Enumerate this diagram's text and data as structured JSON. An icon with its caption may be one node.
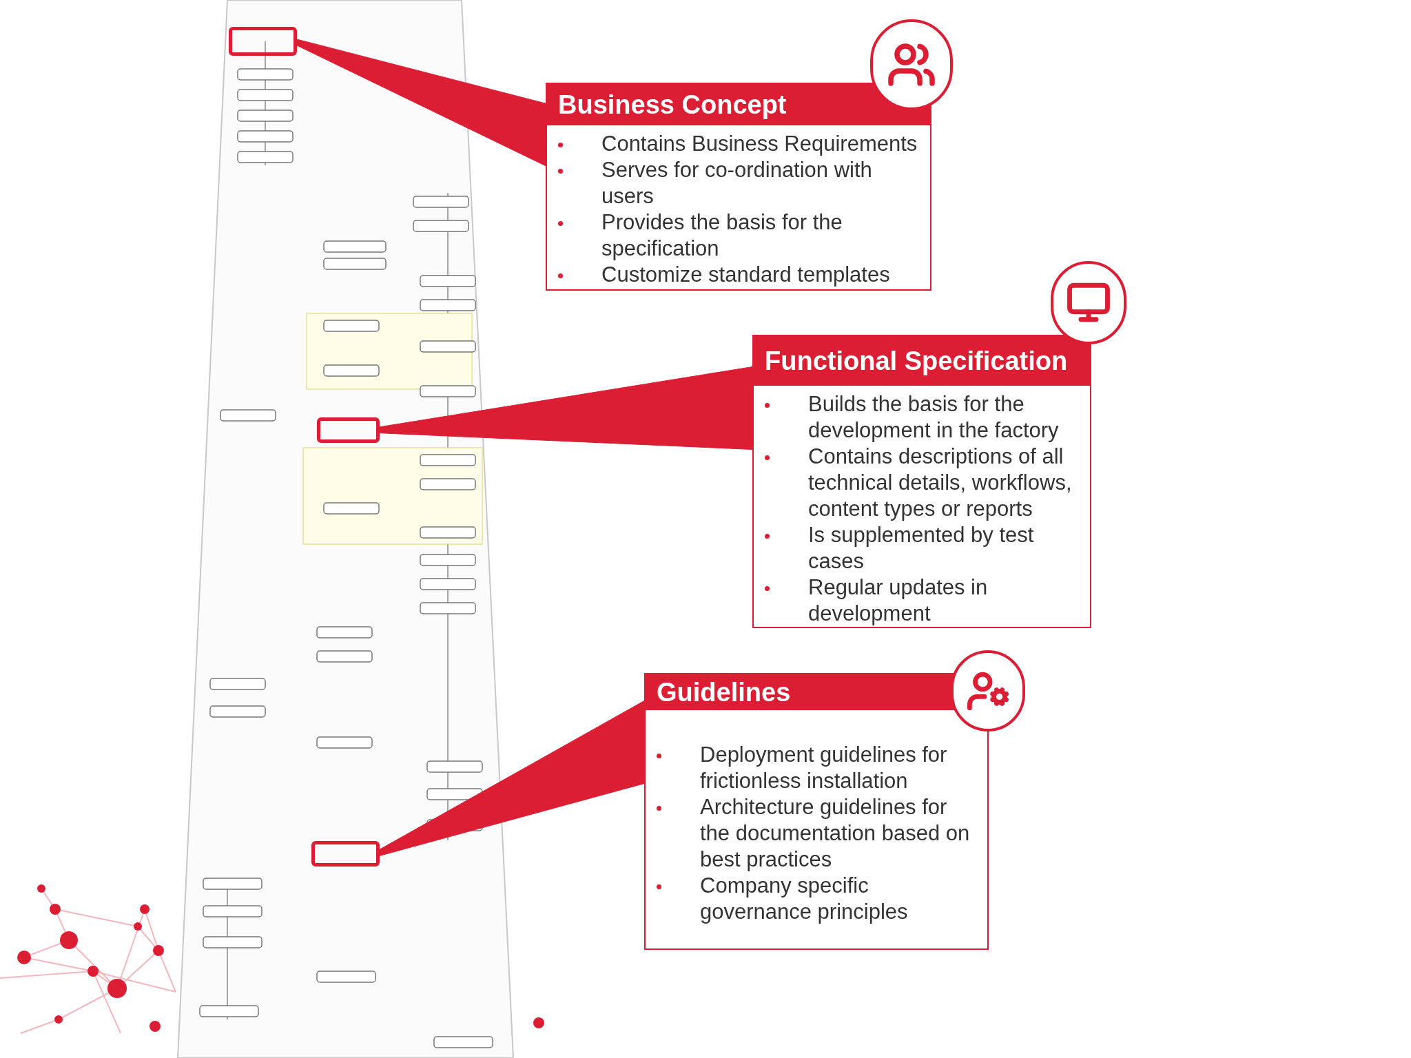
{
  "diagram": {
    "nodes": [
      {
        "text": [
          "Business Concept",
          "Contains Business Requirements",
          "Serves for co-ordination with users",
          "Provides the basis for the specification",
          "Customize standard templates"
        ]
      },
      {
        "text": [
          "Functional Specification",
          "Builds the basis for the development in the factory",
          "Contains descriptions of all technical details, workflows, content types or reports",
          "Is supplemented by test cases",
          "Regular updates in development"
        ]
      },
      {
        "text": [
          "Guidelines",
          "Deployment guidelines for frictionless installation",
          "Architecture guidelines for the documentation based on best practices",
          "Company specific governance principles"
        ]
      },
      {
        "text": [],
        "shape": "box"
      },
      {
        "text": [],
        "shape": "box"
      },
      {
        "text": [],
        "shape": "box"
      }
    ],
    "edges": [
      {
        "from": 3,
        "to": 0,
        "arrow": "none",
        "style": "thick"
      },
      {
        "from": 4,
        "to": 1,
        "arrow": "none",
        "style": "thick"
      },
      {
        "from": 5,
        "to": 2,
        "arrow": "none",
        "style": "thick"
      }
    ]
  }
}
